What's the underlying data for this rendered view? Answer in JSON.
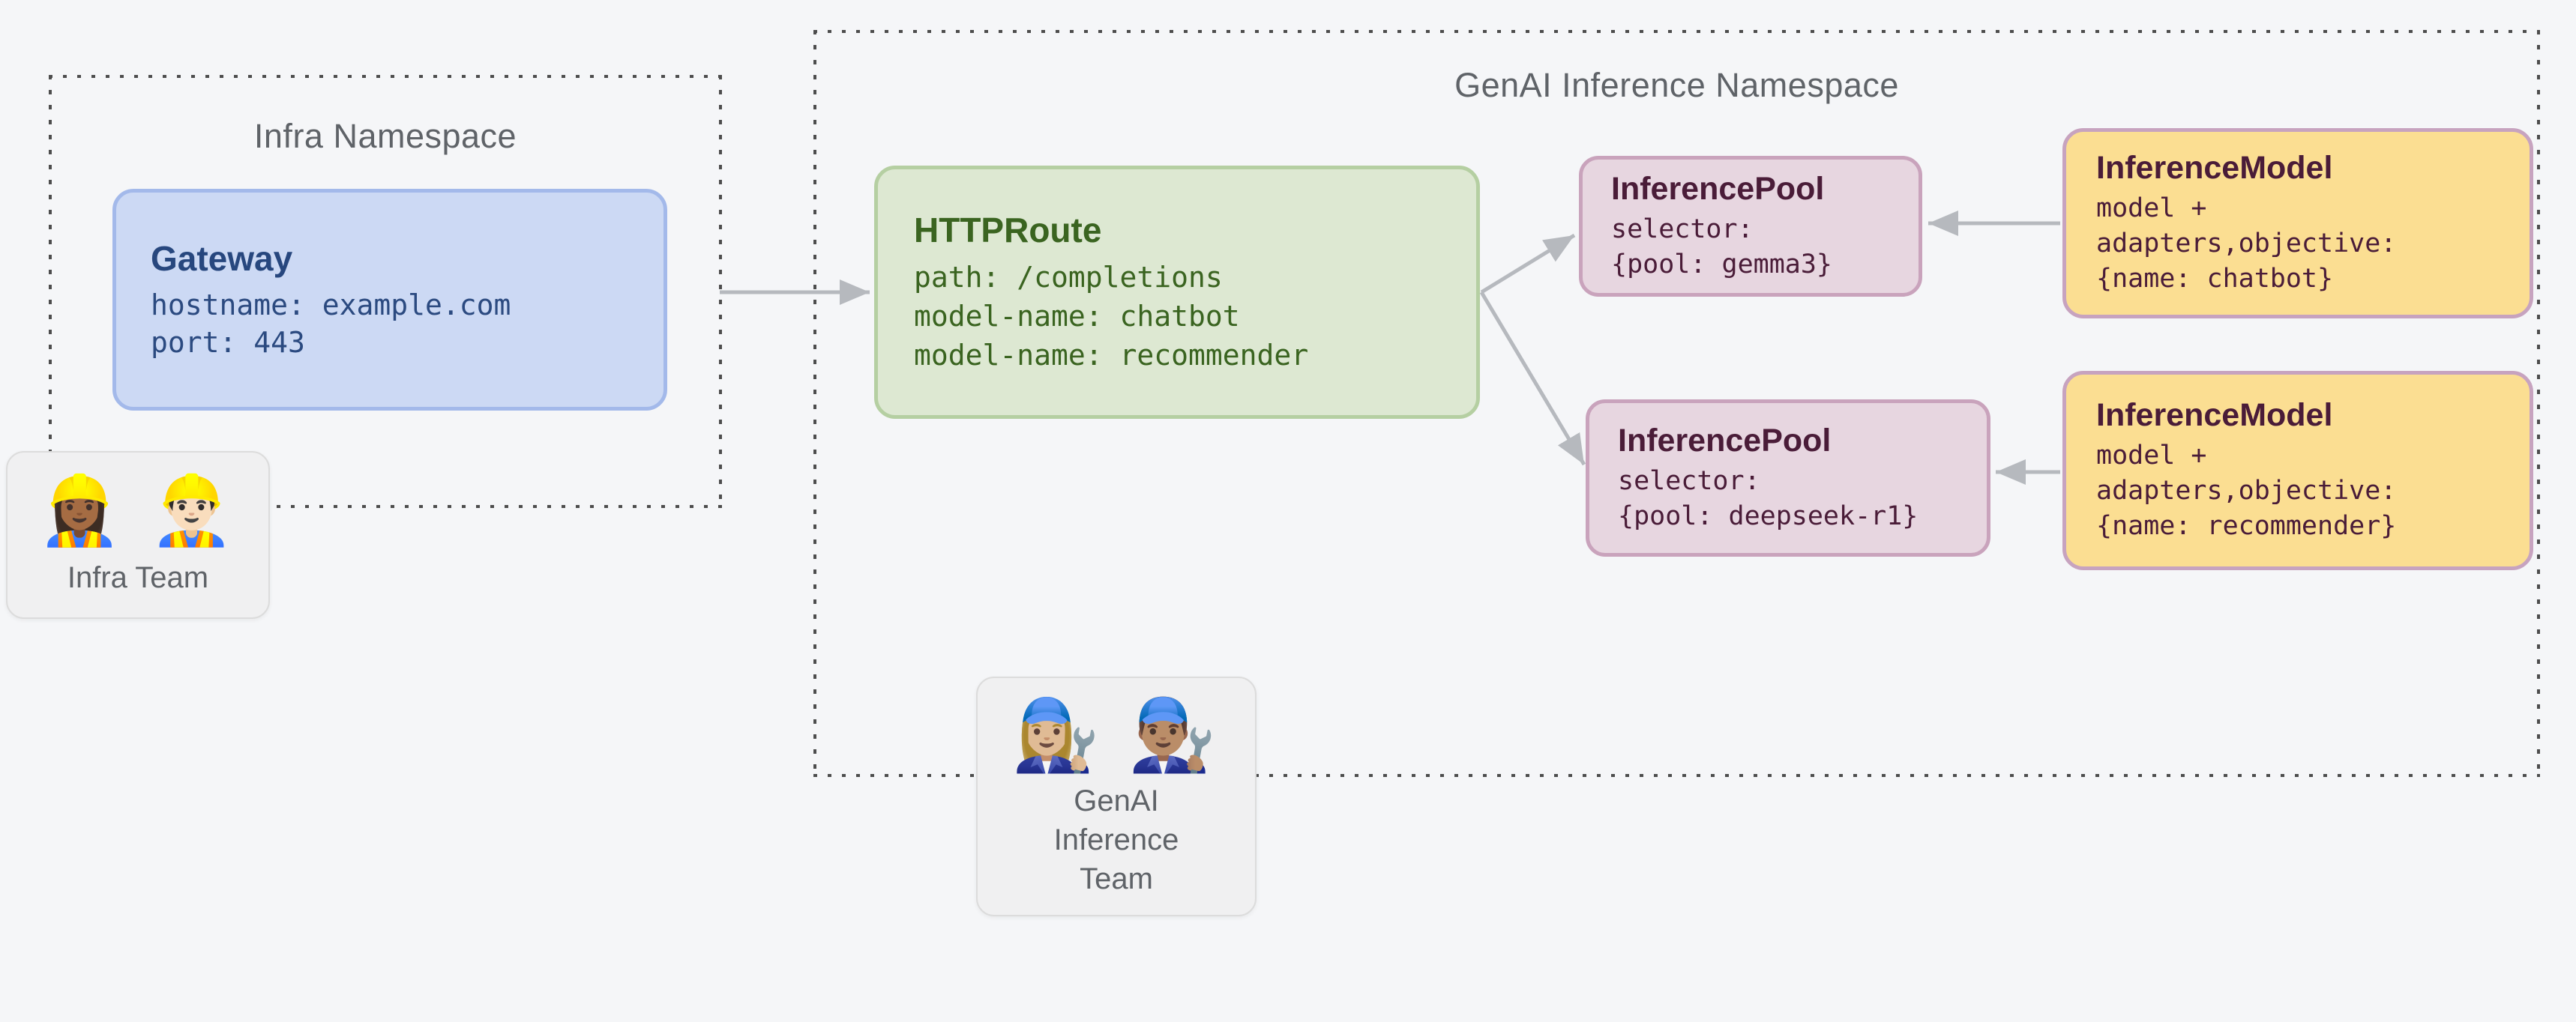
{
  "infra_namespace": {
    "title": "Infra Namespace",
    "gateway": {
      "title": "Gateway",
      "lines": [
        "hostname: example.com",
        "port: 443"
      ]
    }
  },
  "infra_team": {
    "emojis": "👷🏾‍♀️ 👷🏻‍♂️",
    "label": "Infra Team"
  },
  "genai_namespace": {
    "title": "GenAI Inference Namespace",
    "httproute": {
      "title": "HTTPRoute",
      "lines": [
        "path: /completions",
        "model-name: chatbot",
        "model-name: recommender"
      ]
    },
    "pool_gemma3": {
      "title": "InferencePool",
      "lines": [
        "selector:",
        "{pool: gemma3}"
      ]
    },
    "pool_deepseek": {
      "title": "InferencePool",
      "lines": [
        "selector:",
        "{pool: deepseek-r1}"
      ]
    },
    "model_chatbot": {
      "title": "InferenceModel",
      "lines": [
        "model +",
        "adapters,objective:",
        "{name: chatbot}"
      ]
    },
    "model_recommender": {
      "title": "InferenceModel",
      "lines": [
        "model +",
        "adapters,objective:",
        "{name: recommender}"
      ]
    }
  },
  "genai_team": {
    "emojis": "👩🏼‍🔧 👨🏽‍🔧",
    "label_lines": [
      "GenAI",
      "Inference",
      "Team"
    ]
  },
  "edges": [
    {
      "from": "gateway",
      "to": "httproute"
    },
    {
      "from": "httproute",
      "to": "pool_gemma3"
    },
    {
      "from": "httproute",
      "to": "pool_deepseek"
    },
    {
      "from": "model_chatbot",
      "to": "pool_gemma3"
    },
    {
      "from": "model_recommender",
      "to": "pool_deepseek"
    }
  ],
  "colors": {
    "background": "#f5f6f8",
    "namespace_border": "#4d4d4d",
    "namespace_title_text": "#5f6368",
    "gateway_fill": "#ccd9f4",
    "gateway_border": "#a3b9ea",
    "gateway_text": "#27477e",
    "httproute_fill": "#dde8d2",
    "httproute_border": "#b5cfa2",
    "httproute_text": "#3a6420",
    "pool_fill": "#e7d6e0",
    "pool_border": "#c9a3bc",
    "pool_text": "#4a1c38",
    "model_fill": "#fbde92",
    "model_border": "#c7a3bf",
    "model_text": "#4a1c38",
    "team_fill": "#f0f0f1",
    "team_border": "#dcdcdc",
    "team_text": "#5f6368",
    "arrow": "#b6b9be"
  }
}
